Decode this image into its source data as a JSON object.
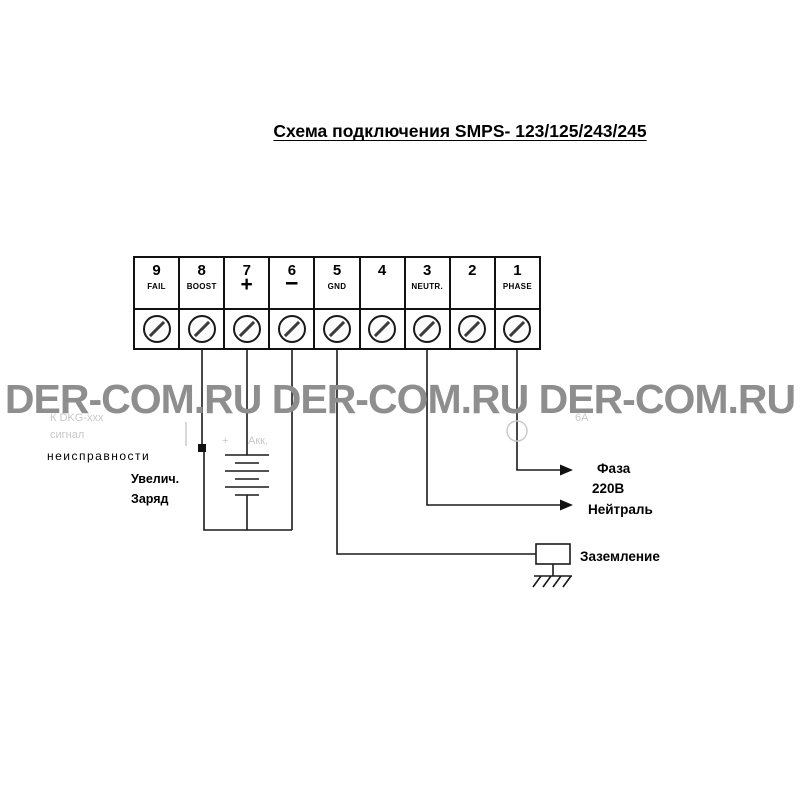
{
  "title": "Схема подключения SMPS- 123/125/243/245",
  "watermark": "DER-COM.RU DER-COM.RU DER-COM.RU",
  "terminal_block": {
    "terminals": [
      {
        "number": "9",
        "label": "FAIL"
      },
      {
        "number": "8",
        "label": "BOOST"
      },
      {
        "number": "7",
        "label": "+"
      },
      {
        "number": "6",
        "label": "−"
      },
      {
        "number": "5",
        "label": "GND"
      },
      {
        "number": "4",
        "label": ""
      },
      {
        "number": "3",
        "label": "NEUTR."
      },
      {
        "number": "2",
        "label": ""
      },
      {
        "number": "1",
        "label": "PHASE"
      }
    ]
  },
  "annotations": {
    "fault_signal_line1": "К DKG-xxx",
    "fault_signal_line2": "сигнал",
    "fault_label": "неисправности",
    "boost_label": "Увелич.",
    "charge_label": "Заряд",
    "battery_plus": "+",
    "battery_label": "Акк.",
    "fuse_label": "6А",
    "phase_label": "Фаза",
    "voltage_label": "220В",
    "neutral_label": "Нейтраль",
    "ground_label": "Заземление"
  },
  "colors": {
    "line": "#1a1a1a",
    "watermark": "#8e8e8e",
    "faded": "#c8c8c8",
    "background": "#ffffff"
  }
}
